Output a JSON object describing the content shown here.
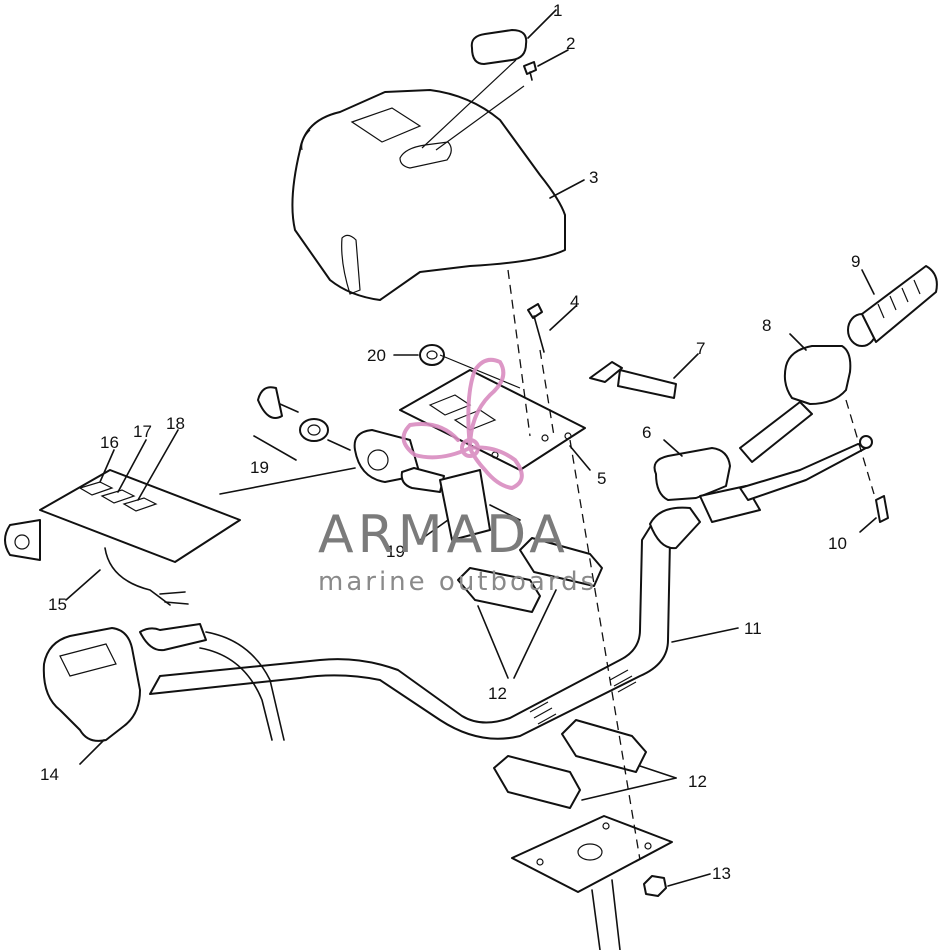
{
  "watermark": {
    "title": "ARMADA",
    "subtitle": "marine outboards",
    "logo_color": "#d98cc0",
    "text_color": "#7b7b7b"
  },
  "callouts": [
    "1",
    "2",
    "3",
    "4",
    "5",
    "6",
    "7",
    "8",
    "9",
    "10",
    "11",
    "12",
    "12",
    "13",
    "14",
    "15",
    "16",
    "17",
    "18",
    "19",
    "19",
    "20"
  ]
}
